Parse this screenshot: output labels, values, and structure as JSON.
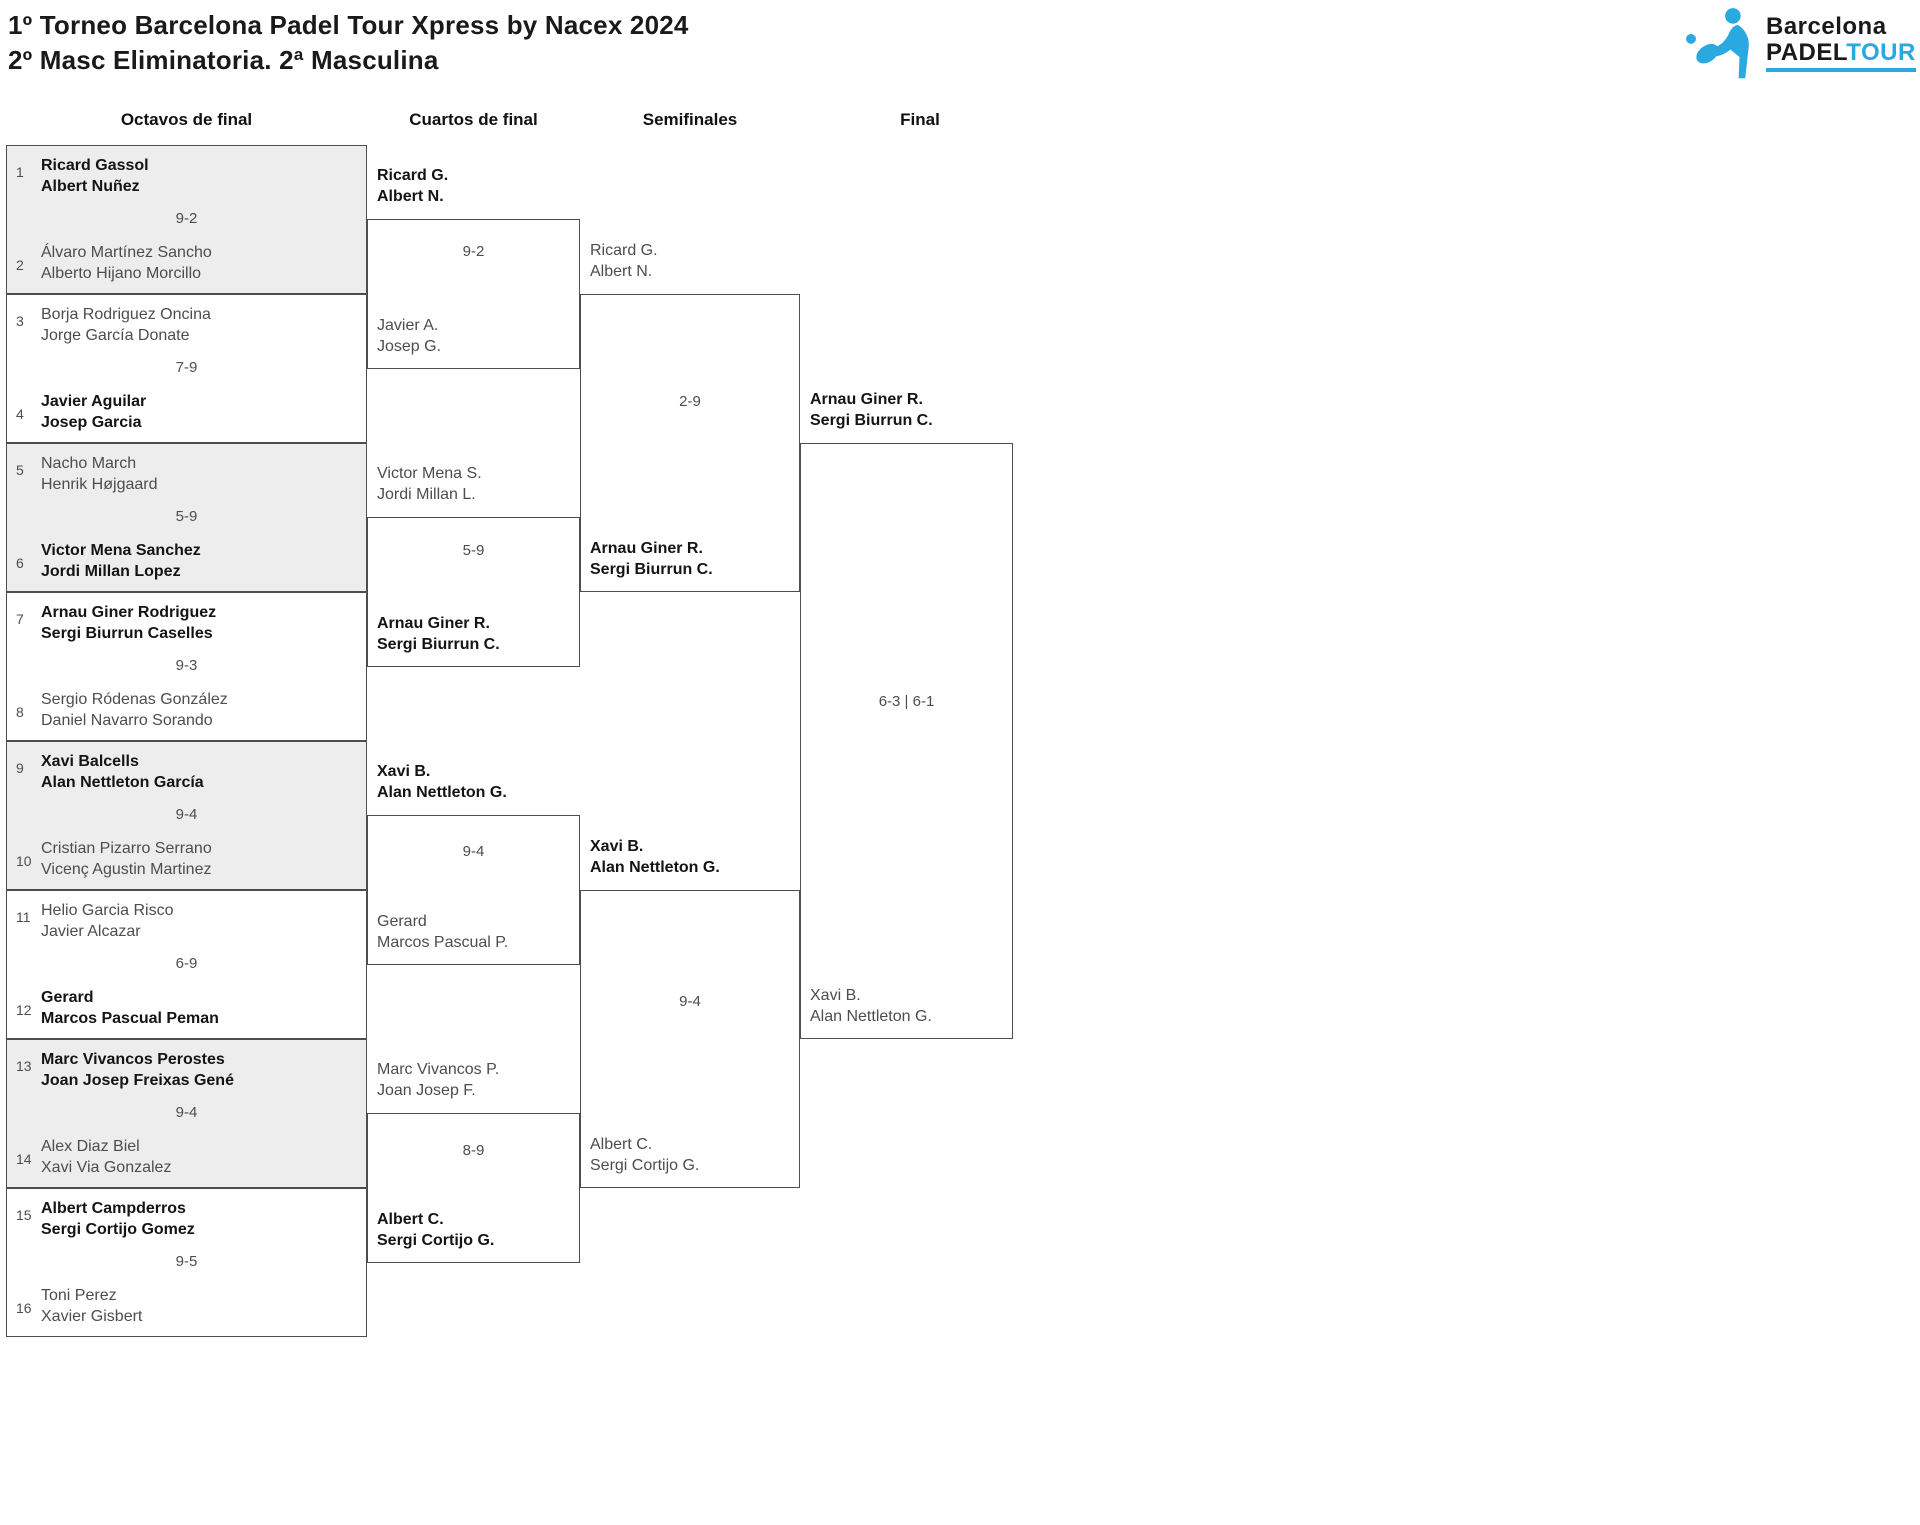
{
  "title": {
    "line1": "1º Torneo Barcelona Padel Tour Xpress by Nacex 2024",
    "line2": "2º Masc Eliminatoria. 2ª Masculina"
  },
  "logo": {
    "name": "Barcelona Padel Tour",
    "word1": "Barcelona",
    "word2": "PADEL",
    "word3": "TOUR",
    "accent_color": "#2aa9e0"
  },
  "round_headers": [
    "Octavos de final",
    "Cuartos de final",
    "Semifinales",
    "Final"
  ],
  "octavos": [
    {
      "score": "9-2",
      "top": {
        "seed": "1",
        "players": [
          "Ricard Gassol",
          "Albert Nuñez"
        ],
        "winner": true
      },
      "bottom": {
        "seed": "2",
        "players": [
          "Álvaro Martínez Sancho",
          "Alberto Hijano Morcillo"
        ],
        "winner": false
      }
    },
    {
      "score": "7-9",
      "top": {
        "seed": "3",
        "players": [
          "Borja Rodriguez Oncina",
          "Jorge García Donate"
        ],
        "winner": false
      },
      "bottom": {
        "seed": "4",
        "players": [
          "Javier Aguilar",
          "Josep Garcia"
        ],
        "winner": true
      }
    },
    {
      "score": "5-9",
      "top": {
        "seed": "5",
        "players": [
          "Nacho March",
          "Henrik Højgaard"
        ],
        "winner": false
      },
      "bottom": {
        "seed": "6",
        "players": [
          "Victor Mena Sanchez",
          "Jordi Millan Lopez"
        ],
        "winner": true
      }
    },
    {
      "score": "9-3",
      "top": {
        "seed": "7",
        "players": [
          "Arnau Giner Rodriguez",
          "Sergi Biurrun Caselles"
        ],
        "winner": true
      },
      "bottom": {
        "seed": "8",
        "players": [
          "Sergio Ródenas González",
          "Daniel Navarro Sorando"
        ],
        "winner": false
      }
    },
    {
      "score": "9-4",
      "top": {
        "seed": "9",
        "players": [
          "Xavi Balcells",
          "Alan Nettleton García"
        ],
        "winner": true
      },
      "bottom": {
        "seed": "10",
        "players": [
          "Cristian Pizarro Serrano",
          "Vicenç Agustin Martinez"
        ],
        "winner": false
      }
    },
    {
      "score": "6-9",
      "top": {
        "seed": "11",
        "players": [
          "Helio Garcia Risco",
          "Javier Alcazar"
        ],
        "winner": false
      },
      "bottom": {
        "seed": "12",
        "players": [
          "Gerard",
          "Marcos Pascual Peman"
        ],
        "winner": true
      }
    },
    {
      "score": "9-4",
      "top": {
        "seed": "13",
        "players": [
          "Marc Vivancos Perostes",
          "Joan Josep Freixas Gené"
        ],
        "winner": true
      },
      "bottom": {
        "seed": "14",
        "players": [
          "Alex Diaz Biel",
          "Xavi Via Gonzalez"
        ],
        "winner": false
      }
    },
    {
      "score": "9-5",
      "top": {
        "seed": "15",
        "players": [
          "Albert Campderros",
          "Sergi Cortijo Gomez"
        ],
        "winner": true
      },
      "bottom": {
        "seed": "16",
        "players": [
          "Toni Perez",
          "Xavier Gisbert"
        ],
        "winner": false
      }
    }
  ],
  "cuartos": [
    {
      "score": "9-2",
      "top": {
        "players": [
          "Ricard G.",
          "Albert N."
        ],
        "winner": true
      },
      "bottom": {
        "players": [
          "Javier A.",
          "Josep G."
        ],
        "winner": false
      }
    },
    {
      "score": "5-9",
      "top": {
        "players": [
          "Victor Mena S.",
          "Jordi Millan L."
        ],
        "winner": false
      },
      "bottom": {
        "players": [
          "Arnau Giner R.",
          "Sergi Biurrun C."
        ],
        "winner": true
      }
    },
    {
      "score": "9-4",
      "top": {
        "players": [
          "Xavi B.",
          "Alan Nettleton G."
        ],
        "winner": true
      },
      "bottom": {
        "players": [
          "Gerard",
          "Marcos Pascual P."
        ],
        "winner": false
      }
    },
    {
      "score": "8-9",
      "top": {
        "players": [
          "Marc Vivancos P.",
          "Joan Josep F."
        ],
        "winner": false
      },
      "bottom": {
        "players": [
          "Albert C.",
          "Sergi Cortijo G."
        ],
        "winner": true
      }
    }
  ],
  "semifinales": [
    {
      "score": "2-9",
      "top": {
        "players": [
          "Ricard G.",
          "Albert N."
        ],
        "winner": false
      },
      "bottom": {
        "players": [
          "Arnau Giner R.",
          "Sergi Biurrun C."
        ],
        "winner": true
      }
    },
    {
      "score": "9-4",
      "top": {
        "players": [
          "Xavi B.",
          "Alan Nettleton G."
        ],
        "winner": true
      },
      "bottom": {
        "players": [
          "Albert C.",
          "Sergi Cortijo G."
        ],
        "winner": false
      }
    }
  ],
  "final": {
    "score": "6-3 | 6-1",
    "top": {
      "players": [
        "Arnau Giner R.",
        "Sergi Biurrun C."
      ],
      "winner": true
    },
    "bottom": {
      "players": [
        "Xavi B.",
        "Alan Nettleton G."
      ],
      "winner": false
    }
  }
}
